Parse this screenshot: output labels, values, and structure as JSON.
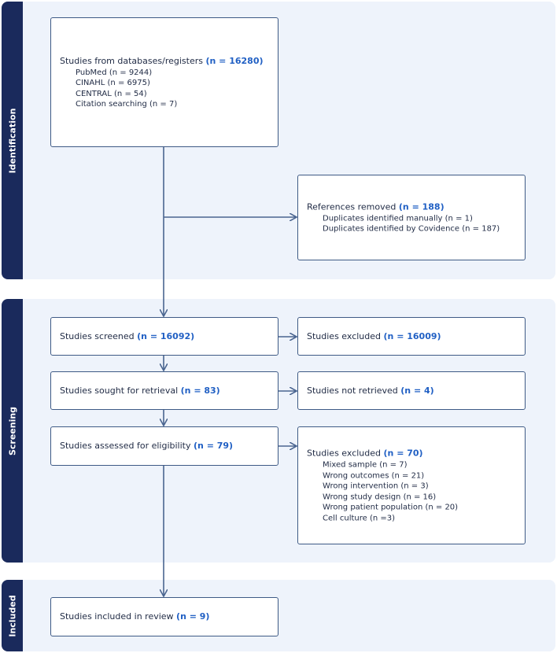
{
  "stages": {
    "identification": "Identification",
    "screening": "Screening",
    "included": "Included"
  },
  "boxes": {
    "databases": {
      "label": "Studies from databases/registers ",
      "n": "(n = 16280)",
      "items": [
        "PubMed (n = 9244)",
        "CINAHL (n = 6975)",
        "CENTRAL (n = 54)",
        "Citation searching (n = 7)"
      ]
    },
    "removed": {
      "label": "References removed ",
      "n": "(n = 188)",
      "items": [
        "Duplicates identified manually (n = 1)",
        "Duplicates identified by Covidence (n = 187)"
      ]
    },
    "screened": {
      "label": "Studies screened ",
      "n": "(n = 16092)"
    },
    "excluded_screen": {
      "label": "Studies excluded ",
      "n": "(n = 16009)"
    },
    "retrieval": {
      "label": "Studies sought for retrieval ",
      "n": "(n = 83)"
    },
    "not_retrieved": {
      "label": "Studies not retrieved ",
      "n": "(n = 4)"
    },
    "eligibility": {
      "label": "Studies assessed for eligibility ",
      "n": "(n = 79)"
    },
    "excluded_elig": {
      "label": "Studies excluded ",
      "n": "(n = 70)",
      "items": [
        "Mixed sample (n = 7)",
        "Wrong outcomes (n = 21)",
        "Wrong intervention (n = 3)",
        "Wrong study design (n = 16)",
        "Wrong patient population (n = 20)",
        "Cell culture (n =3)"
      ]
    },
    "included": {
      "label": "Studies included in review ",
      "n": "(n = 9)"
    }
  },
  "colors": {
    "band": "#eef3fb",
    "label_band": "#1a2a5c",
    "border": "#3e5a85",
    "count": "#2160c4",
    "line": "#4a6590"
  }
}
